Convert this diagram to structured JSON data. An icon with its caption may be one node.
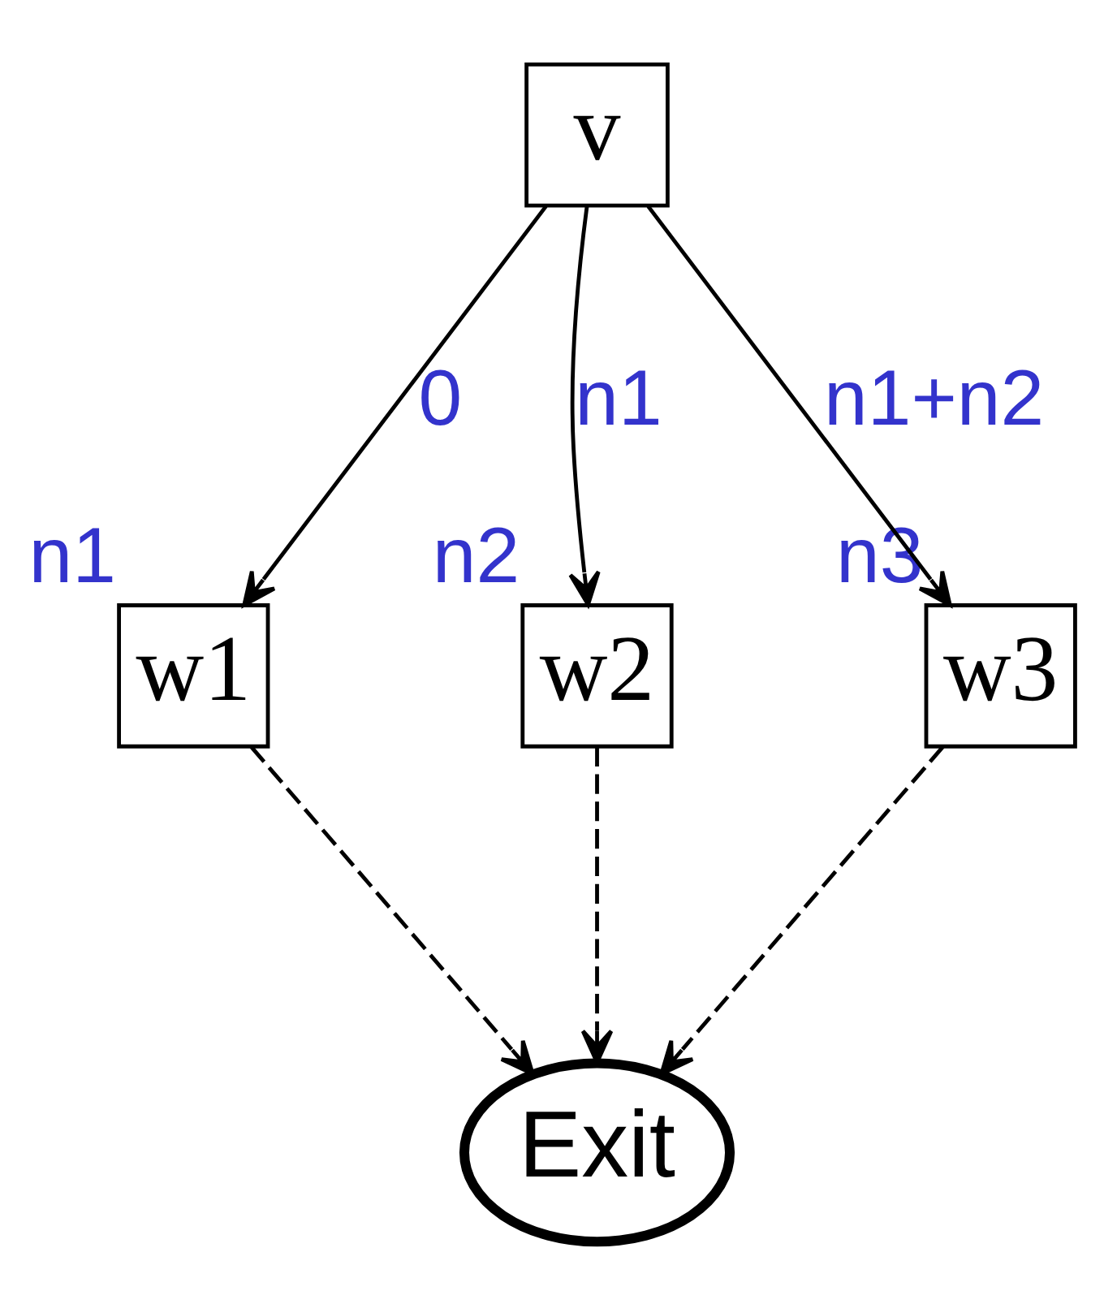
{
  "diagram": {
    "nodes": [
      {
        "text": [
          "v"
        ]
      },
      {
        "text": [
          "w1"
        ],
        "beside": [
          "n1"
        ]
      },
      {
        "text": [
          "w2"
        ],
        "beside": [
          "n2"
        ]
      },
      {
        "text": [
          "w3"
        ],
        "beside": [
          "n3"
        ]
      },
      {
        "text": [
          "Exit"
        ]
      }
    ],
    "edges": [
      {
        "from": 0,
        "to": 1,
        "arrow": "to",
        "label": "0"
      },
      {
        "from": 0,
        "to": 2,
        "arrow": "to",
        "label": "n1"
      },
      {
        "from": 0,
        "to": 3,
        "arrow": "to",
        "label": "n1+n2"
      },
      {
        "from": 1,
        "to": 4,
        "arrow": "to",
        "style": "dashed"
      },
      {
        "from": 2,
        "to": 4,
        "arrow": "to",
        "style": "dashed"
      },
      {
        "from": 3,
        "to": 4,
        "arrow": "to",
        "style": "dashed"
      }
    ]
  }
}
